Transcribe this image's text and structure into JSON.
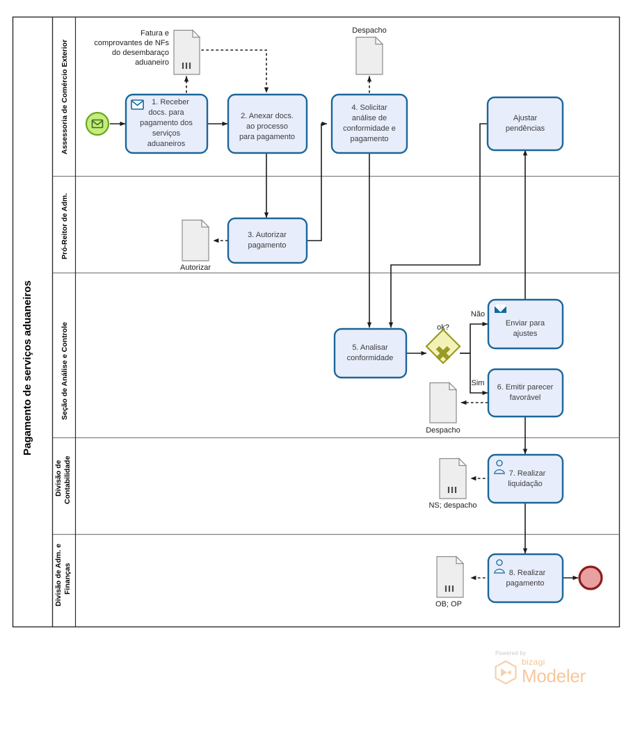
{
  "diagram": {
    "type": "bpmn-process-diagram",
    "pool_title": "Pagamento de serviços aduaneiros",
    "lanes": [
      {
        "id": "lane-comercio-exterior",
        "label": "Assessoria de Comércio Exterior"
      },
      {
        "id": "lane-pro-reitor",
        "label": "Pró-Reitor de Adm."
      },
      {
        "id": "lane-analise-controle",
        "label": "Seção de Análise e Controle"
      },
      {
        "id": "lane-contabilidade",
        "label": "Divisão de\nContabilidade",
        "line1": "Divisão de",
        "line2": "Contabilidade"
      },
      {
        "id": "lane-adm-financas",
        "label": "Divisão de Adm. e Finanças",
        "line1": "Divisão de Adm. e",
        "line2": "Finanças"
      }
    ],
    "events": [
      {
        "id": "start-event",
        "kind": "start-message-event",
        "label": ""
      },
      {
        "id": "end-event",
        "kind": "end-event",
        "label": ""
      }
    ],
    "tasks": [
      {
        "id": "task-1",
        "kind": "receive-task",
        "lane": "lane-comercio-exterior",
        "number": "1.",
        "lines": [
          "1. Receber",
          "docs. para",
          "pagamento dos",
          "serviços",
          "aduaneiros"
        ],
        "full_label": "1. Receber docs. para pagamento dos serviços aduaneiros"
      },
      {
        "id": "task-2",
        "kind": "task",
        "lane": "lane-comercio-exterior",
        "lines": [
          "2. Anexar docs.",
          "ao processo",
          "para pagamento"
        ],
        "full_label": "2. Anexar docs. ao processo para pagamento"
      },
      {
        "id": "task-3",
        "kind": "task",
        "lane": "lane-pro-reitor",
        "lines": [
          "3. Autorizar",
          "pagamento"
        ],
        "full_label": "3. Autorizar pagamento"
      },
      {
        "id": "task-4",
        "kind": "task",
        "lane": "lane-comercio-exterior",
        "lines": [
          "4. Solicitar",
          "análise de",
          "conformidade e",
          "pagamento"
        ],
        "full_label": "4. Solicitar análise de conformidade e pagamento"
      },
      {
        "id": "task-5",
        "kind": "task",
        "lane": "lane-analise-controle",
        "lines": [
          "5. Analisar",
          "conformidade"
        ],
        "full_label": "5. Analisar conformidade"
      },
      {
        "id": "task-6",
        "kind": "task",
        "lane": "lane-analise-controle",
        "lines": [
          "6. Emitir parecer",
          "favorável"
        ],
        "full_label": "6. Emitir parecer favorável"
      },
      {
        "id": "task-7",
        "kind": "user-task",
        "lane": "lane-contabilidade",
        "lines": [
          "7. Realizar",
          "liquidação"
        ],
        "full_label": "7. Realizar liquidação"
      },
      {
        "id": "task-8",
        "kind": "user-task",
        "lane": "lane-adm-financas",
        "lines": [
          "8. Realizar",
          "pagamento"
        ],
        "full_label": "8. Realizar pagamento"
      },
      {
        "id": "task-enviar-ajustes",
        "kind": "send-task",
        "lane": "lane-analise-controle",
        "lines": [
          "Enviar para",
          "ajustes"
        ],
        "full_label": "Enviar para ajustes"
      },
      {
        "id": "task-ajustar-pendencias",
        "kind": "task",
        "lane": "lane-comercio-exterior",
        "lines": [
          "Ajustar",
          "pendências"
        ],
        "full_label": "Ajustar pendências"
      }
    ],
    "gateways": [
      {
        "id": "gateway-ok",
        "kind": "exclusive-gateway",
        "label": "ok?"
      }
    ],
    "data_objects": [
      {
        "id": "doc-fatura",
        "lines": [
          "Fatura e",
          "comprovantes de NFs",
          "do desembaraço",
          "aduaneiro"
        ],
        "full_label": "Fatura e comprovantes de NFs do desembaraço aduaneiro",
        "has_lines_marker": true,
        "label_position": "left"
      },
      {
        "id": "doc-despacho-top",
        "lines": [
          "Despacho"
        ],
        "full_label": "Despacho",
        "has_lines_marker": false,
        "label_position": "top"
      },
      {
        "id": "doc-autorizar",
        "lines": [
          "Autorizar"
        ],
        "full_label": "Autorizar",
        "has_lines_marker": false,
        "label_position": "bottom"
      },
      {
        "id": "doc-despacho-mid",
        "lines": [
          "Despacho"
        ],
        "full_label": "Despacho",
        "has_lines_marker": false,
        "label_position": "bottom"
      },
      {
        "id": "doc-ns-despacho",
        "lines": [
          "NS; despacho"
        ],
        "full_label": "NS; despacho",
        "has_lines_marker": true,
        "label_position": "bottom"
      },
      {
        "id": "doc-ob-op",
        "lines": [
          "OB; OP"
        ],
        "full_label": "OB; OP",
        "has_lines_marker": true,
        "label_position": "bottom"
      }
    ],
    "flow_labels": {
      "nao": "Não",
      "sim": "Sim"
    },
    "colors": {
      "task_fill": "#e8edfb",
      "task_stroke": "#1a6699",
      "gateway_fill": "#f2f2b8",
      "gateway_stroke": "#9a9a26",
      "start_fill": "#c5ec7e",
      "start_stroke": "#6aa61e",
      "end_fill": "#e8a0a0",
      "end_stroke": "#8c1b1b",
      "document_fill": "#eeeeee",
      "document_stroke": "#8c8c8c",
      "flow_stroke": "#1c1c1c",
      "brand_orange": "#f6c79b"
    }
  },
  "branding": {
    "powered_by": "Powered by",
    "bizagi": "bizagi",
    "modeler": "Modeler"
  }
}
